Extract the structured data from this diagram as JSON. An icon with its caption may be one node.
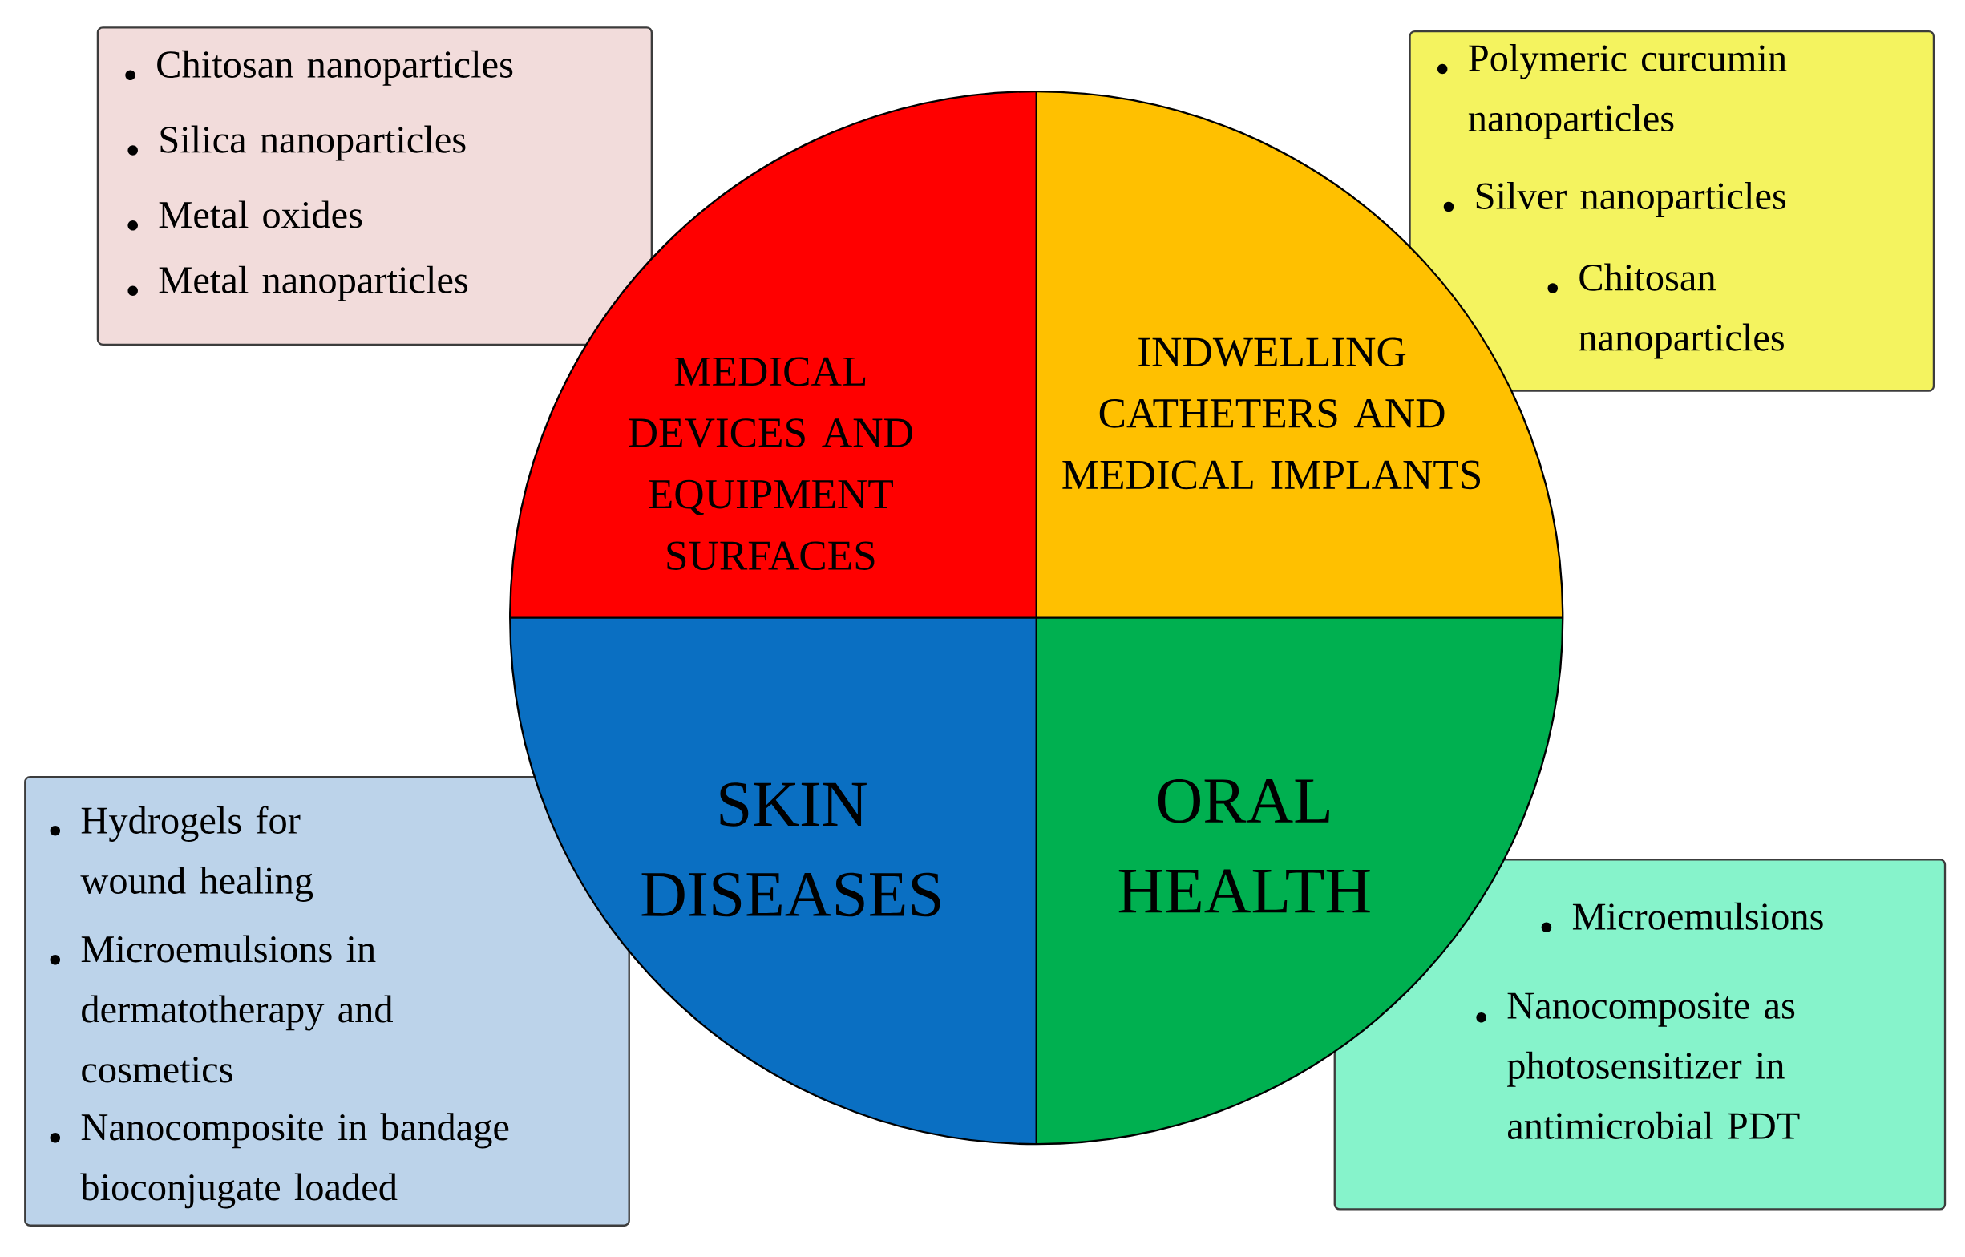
{
  "diagram": {
    "nodes": [
      {
        "text": [
          "MEDICAL DEVICES AND EQUIPMENT SURFACES"
        ]
      },
      {
        "text": [
          "Chitosan nanoparticles",
          "Silica nanoparticles",
          "Metal oxides",
          "Metal nanoparticles"
        ]
      },
      {
        "text": [
          "INDWELLING CATHETERS AND MEDICAL IMPLANTS"
        ]
      },
      {
        "text": [
          "Polymeric curcumin nanoparticles",
          "Silver nanoparticles",
          "Chitosan nanoparticles"
        ]
      },
      {
        "text": [
          "SKIN DISEASES"
        ]
      },
      {
        "text": [
          "Hydrogels for wound healing",
          "Microemulsions in dermatotherapy and cosmetics",
          "Nanocomposite in bandage bioconjugate loaded"
        ]
      },
      {
        "text": [
          "ORAL HEALTH"
        ]
      },
      {
        "text": [
          "Microemulsions",
          "Nanocomposite as photosensitizer in antimicrobial PDT"
        ]
      }
    ],
    "edges": []
  }
}
